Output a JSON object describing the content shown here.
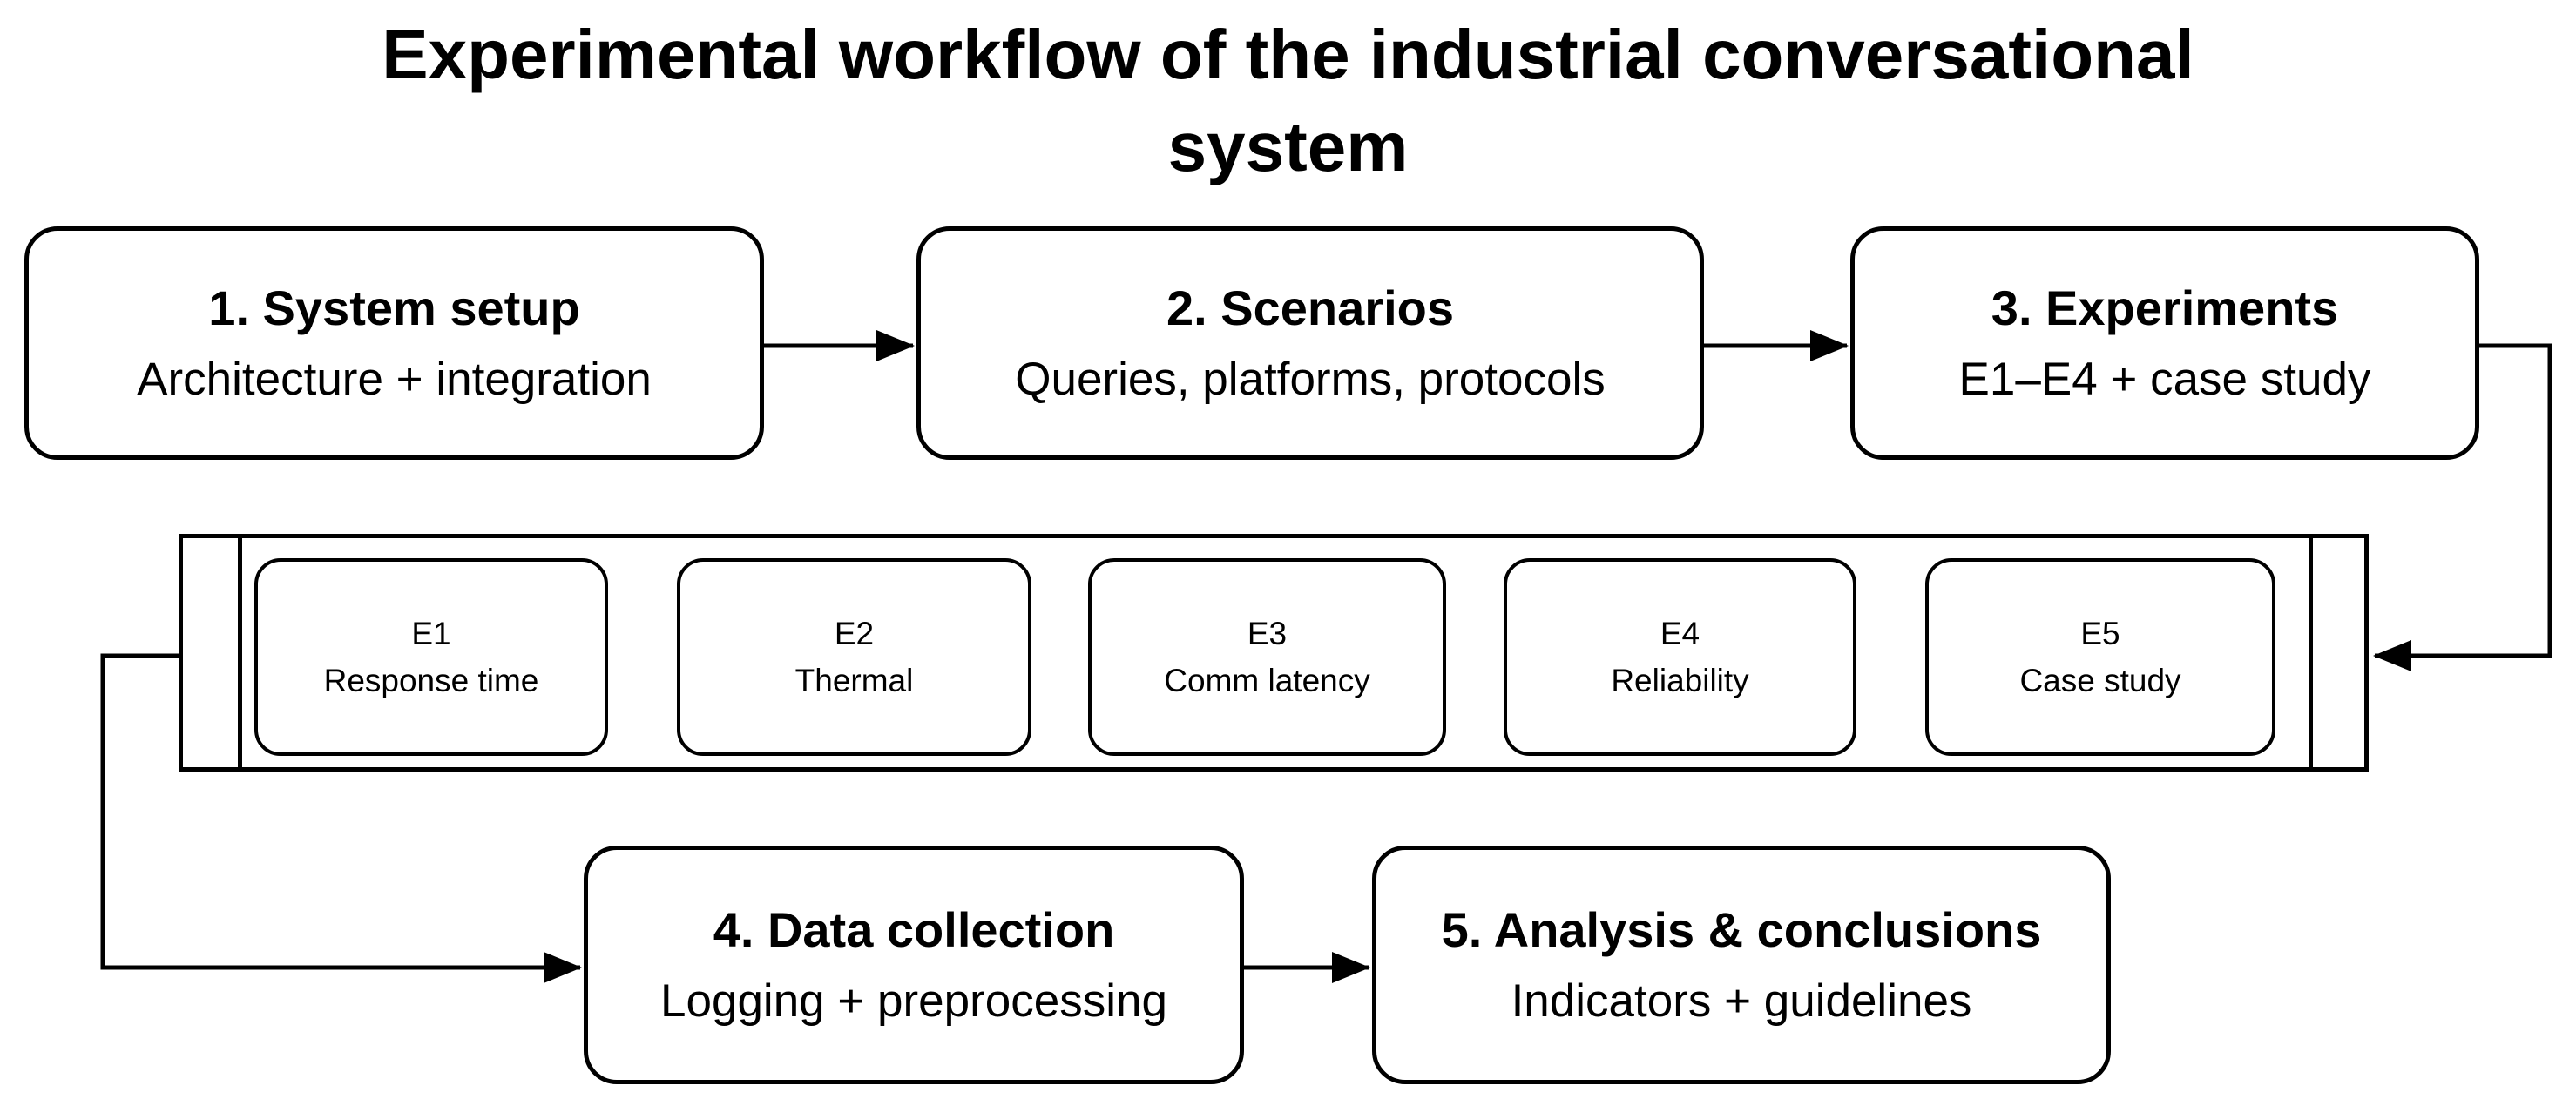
{
  "title": {
    "line1": "Experimental workflow of the industrial conversational",
    "line2": "system"
  },
  "steps": [
    {
      "title": "1. System setup",
      "subtitle": "Architecture + integration"
    },
    {
      "title": "2. Scenarios",
      "subtitle": "Queries, platforms, protocols"
    },
    {
      "title": "3. Experiments",
      "subtitle": "E1–E4 + case study"
    },
    {
      "title": "4. Data collection",
      "subtitle": "Logging + preprocessing"
    },
    {
      "title": "5. Analysis & conclusions",
      "subtitle": "Indicators + guidelines"
    }
  ],
  "experiments": [
    {
      "id": "E1",
      "label": "Response time"
    },
    {
      "id": "E2",
      "label": "Thermal"
    },
    {
      "id": "E3",
      "label": "Comm latency"
    },
    {
      "id": "E4",
      "label": "Reliability"
    },
    {
      "id": "E5",
      "label": "Case study"
    }
  ],
  "colors": {
    "line": "#000000",
    "background": "#ffffff",
    "text": "#000000"
  }
}
